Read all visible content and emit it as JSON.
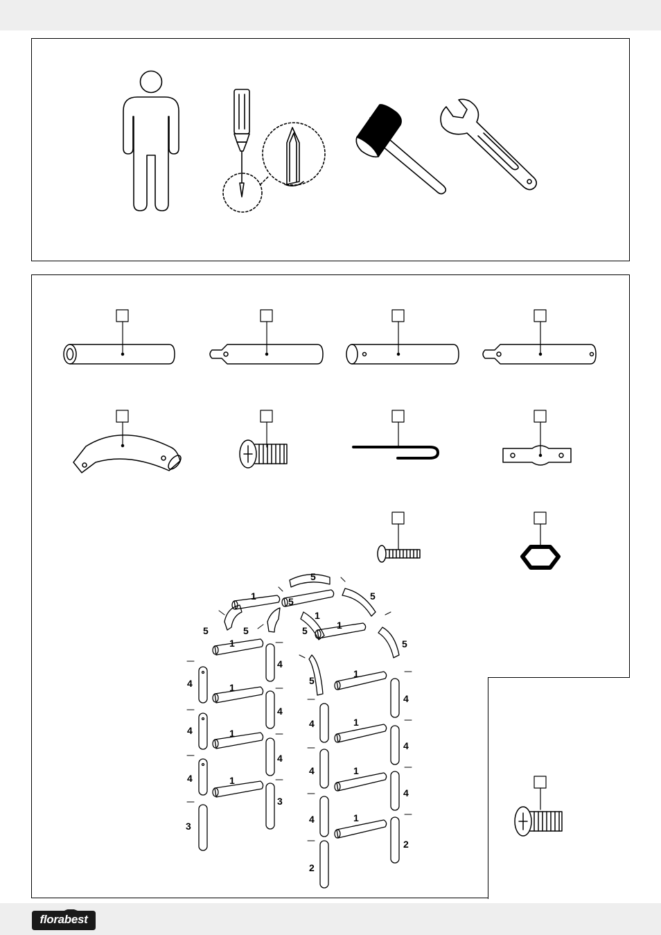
{
  "brand": {
    "name": "florabest"
  },
  "tools": {
    "items": [
      "person-icon",
      "phillips-screwdriver-icon",
      "rubber-mallet-icon",
      "open-end-wrench-icon"
    ]
  },
  "parts": {
    "catalog": [
      "tube-plain",
      "tube-crimped-one-end",
      "tube-open-with-hole",
      "tube-crimped-with-hole",
      "arch-segment",
      "pan-head-screw",
      "u-peg",
      "connector-plate",
      "long-screw",
      "hex-nut"
    ],
    "assembly_labels": {
      "arch_top_left": "5",
      "arch_top_mid": "5",
      "arch_top_right": "5",
      "left_arch_outer": "5",
      "left_arch_inner": "5",
      "right_arch_inner": "5",
      "right_arch_outer": "5",
      "right_arch_low": "5",
      "ridge_1": "1",
      "ridge_2": "1",
      "ridge_3": "1",
      "bar_l1": "1",
      "bar_l2": "1",
      "bar_l3": "1",
      "bar_l4": "1",
      "bar_r1": "1",
      "bar_r2": "1",
      "bar_r3": "1",
      "bar_r4": "1",
      "ll_4a": "4",
      "ll_4b": "4",
      "ll_4c": "4",
      "ll_3": "3",
      "lr_4a": "4",
      "lr_4b": "4",
      "lr_4c": "4",
      "lr_3": "3",
      "rl_4a": "4",
      "rl_4b": "4",
      "rl_4c": "4",
      "rl_2": "2",
      "rr_4a": "4",
      "rr_4b": "4",
      "rr_4c": "4",
      "rr_2": "2"
    }
  }
}
